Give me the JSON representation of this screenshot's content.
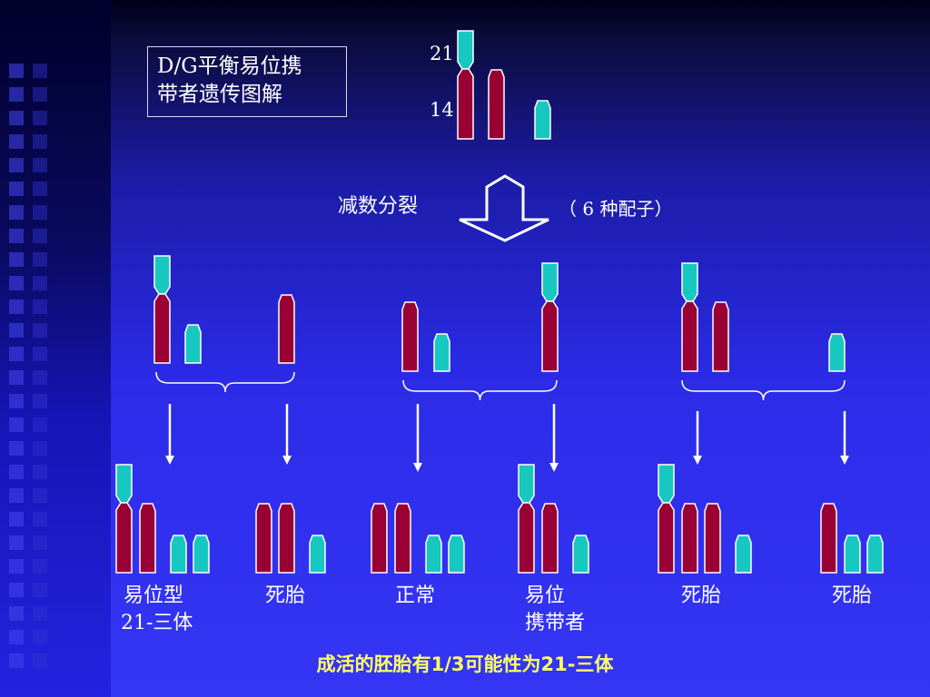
{
  "title": "D/G平衡易位携\n带者遗传图解",
  "chromosome_labels": {
    "c21": "21",
    "c14": "14"
  },
  "meiosis_label": "减数分裂",
  "gametes_note": "（ 6 种配子）",
  "outcomes": [
    {
      "line1": "易位型",
      "line2": "21-三体"
    },
    {
      "line1": "死胎",
      "line2": ""
    },
    {
      "line1": "正常",
      "line2": ""
    },
    {
      "line1": "易位",
      "line2": "携带者"
    },
    {
      "line1": "死胎",
      "line2": ""
    },
    {
      "line1": "死胎",
      "line2": ""
    }
  ],
  "summary": "成活的胚胎有1/3可能性为21-三体",
  "colors": {
    "chromosome_14": "#990033",
    "chromosome_21": "#16c8c0",
    "background": "#2e2ef0",
    "summary_text": "#ffff66"
  }
}
